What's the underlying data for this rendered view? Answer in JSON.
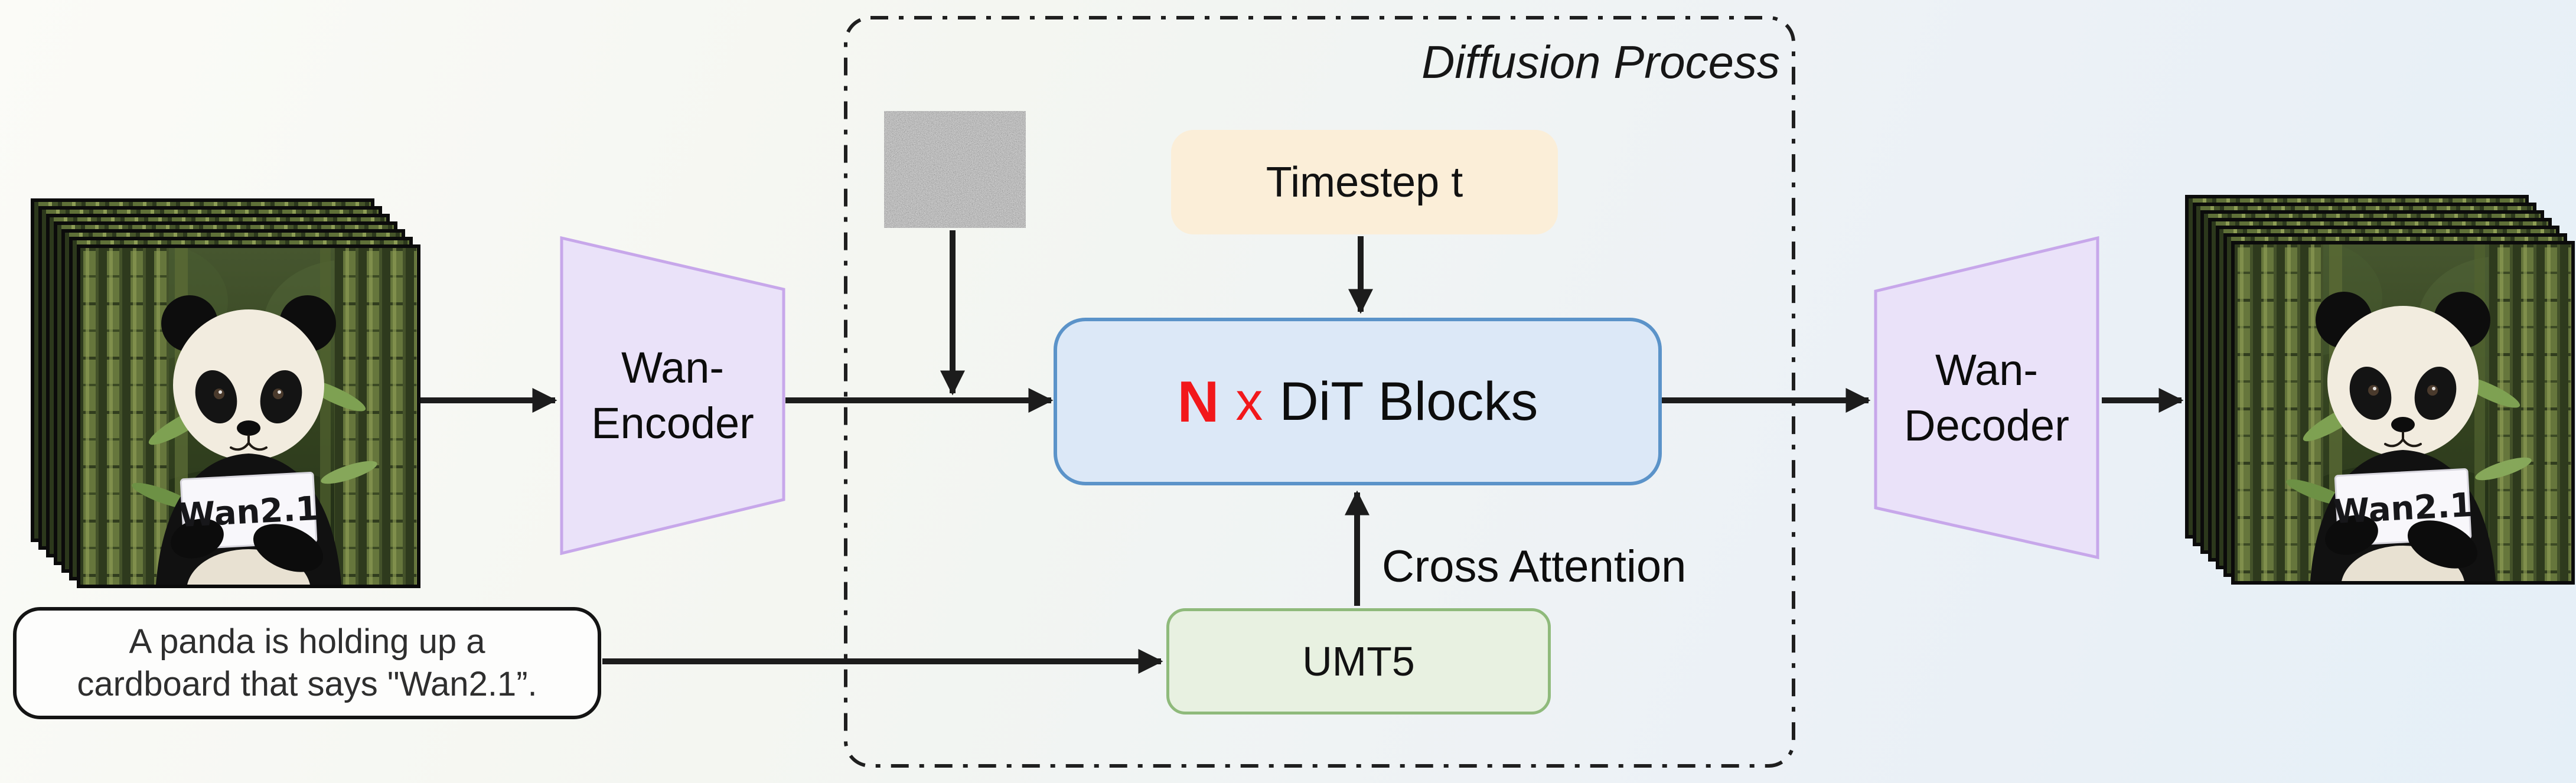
{
  "figure": {
    "title": "Diffusion Process"
  },
  "input_stack": {
    "sign_text": "Wan2.1"
  },
  "output_stack": {
    "sign_text": "Wan2.1"
  },
  "prompt_box": {
    "line1": "A panda is holding up a",
    "line2": "cardboard that says \"Wan2.1”."
  },
  "encoder": {
    "label_line1": "Wan-",
    "label_line2": "Encoder"
  },
  "decoder": {
    "label_line1": "Wan-",
    "label_line2": "Decoder"
  },
  "diffusion": {
    "timestep_label": "Timestep t",
    "dit_n": "N",
    "dit_times": "x",
    "dit_blocks": "DiT Blocks",
    "cross_attention_label": "Cross Attention",
    "umt5_label": "UMT5"
  },
  "colors": {
    "dit_fill": "#dce8f7",
    "dit_border": "#5b93c9",
    "dit_n_red": "#f2181b",
    "timestep_fill": "#fbeed8",
    "umt5_fill": "#e8f1e1",
    "umt5_border": "#8fba7b",
    "vae_fill": "#eae2f9",
    "vae_border": "#c7a7ea",
    "arrow": "#1c1c1c",
    "dashed_border": "#1f1f1f"
  }
}
